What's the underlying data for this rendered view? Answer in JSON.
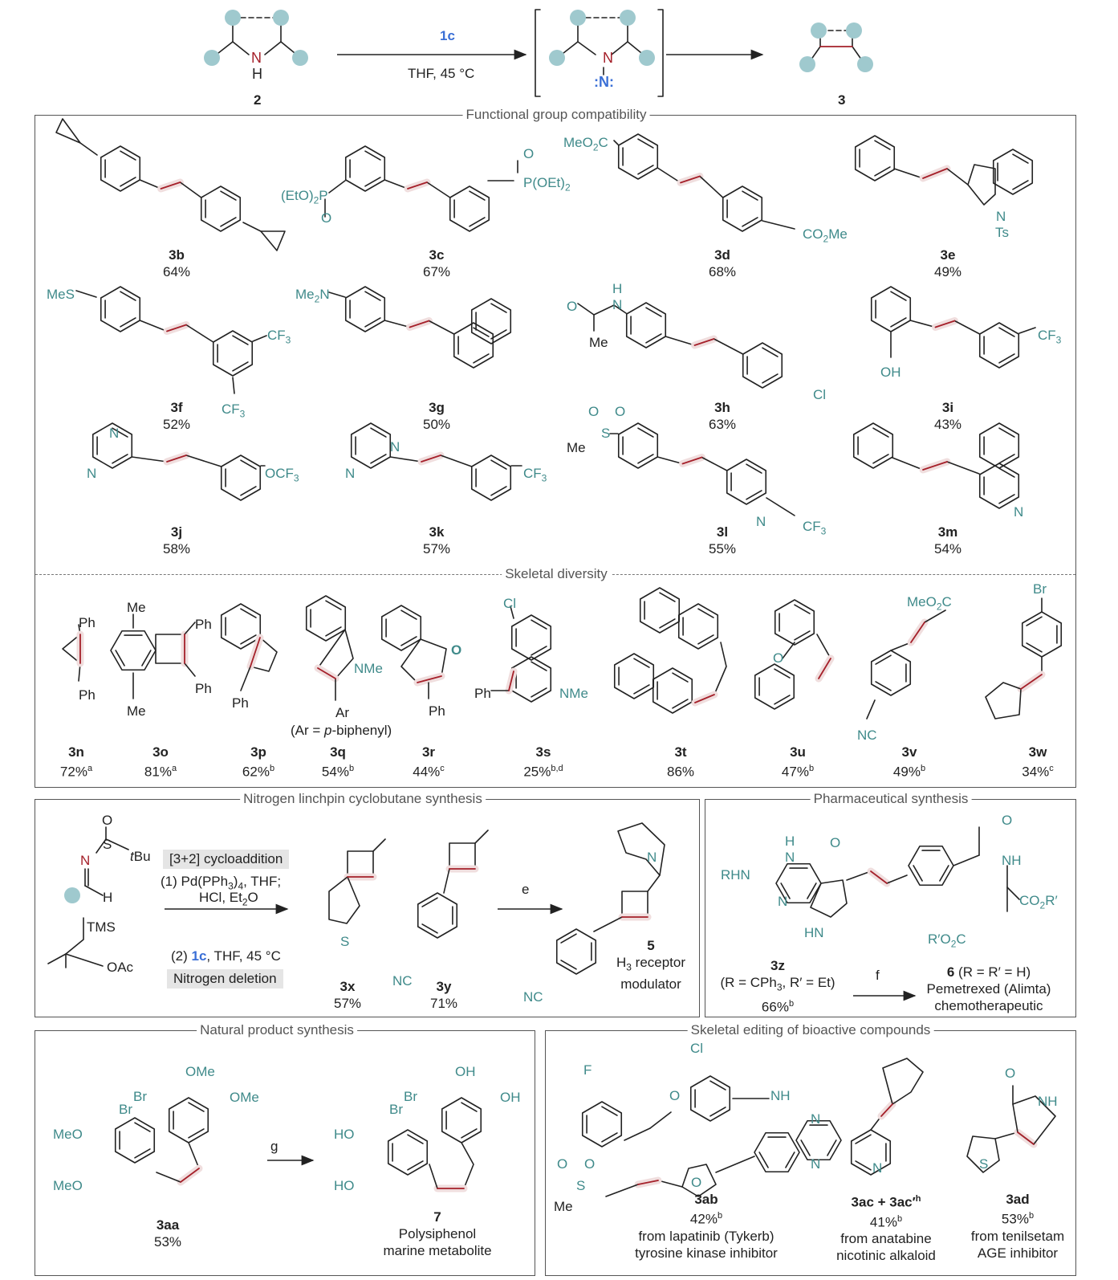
{
  "scheme": {
    "reagent": "1c",
    "conditions": "THF, 45 °C",
    "start_label": "2",
    "product_label": "3",
    "nitrogen": "N",
    "hydrogen": "H",
    "isodiazene_n": ":N:"
  },
  "sections": {
    "fg": "Functional group compatibility",
    "skeletal": "Skeletal diversity",
    "linchpin": "Nitrogen linchpin cyclobutane synthesis",
    "pharma": "Pharmaceutical synthesis",
    "natural": "Natural product synthesis",
    "editing": "Skeletal editing of bioactive compounds"
  },
  "fg_compounds": [
    {
      "id": "3b",
      "yield": "64%"
    },
    {
      "id": "3c",
      "yield": "67%"
    },
    {
      "id": "3d",
      "yield": "68%"
    },
    {
      "id": "3e",
      "yield": "49%"
    },
    {
      "id": "3f",
      "yield": "52%"
    },
    {
      "id": "3g",
      "yield": "50%"
    },
    {
      "id": "3h",
      "yield": "63%"
    },
    {
      "id": "3i",
      "yield": "43%"
    },
    {
      "id": "3j",
      "yield": "58%"
    },
    {
      "id": "3k",
      "yield": "57%"
    },
    {
      "id": "3l",
      "yield": "55%"
    },
    {
      "id": "3m",
      "yield": "54%"
    }
  ],
  "fg_labels": {
    "eto2p": "(EtO)2P",
    "poet2": "P(OEt)2",
    "o": "O",
    "meo2c": "MeO2C",
    "co2me": "CO2Me",
    "n": "N",
    "ts": "Ts",
    "mes": "MeS",
    "cf3": "CF3",
    "me2n": "Me2N",
    "h": "H",
    "me": "Me",
    "cl": "Cl",
    "oh": "OH",
    "ocf3": "OCF3"
  },
  "skeletal_compounds": [
    {
      "id": "3n",
      "yield": "72%",
      "note": "a"
    },
    {
      "id": "3o",
      "yield": "81%",
      "note": "a"
    },
    {
      "id": "3p",
      "yield": "62%",
      "note": "b"
    },
    {
      "id": "3q",
      "yield": "54%",
      "note": "b"
    },
    {
      "id": "3r",
      "yield": "44%",
      "note": "c"
    },
    {
      "id": "3s",
      "yield": "25%",
      "note": "b,d"
    },
    {
      "id": "3t",
      "yield": "86%",
      "note": ""
    },
    {
      "id": "3u",
      "yield": "47%",
      "note": "b"
    },
    {
      "id": "3v",
      "yield": "49%",
      "note": "b"
    },
    {
      "id": "3w",
      "yield": "34%",
      "note": "c"
    }
  ],
  "skeletal_labels": {
    "ph": "Ph",
    "me": "Me",
    "nme": "NMe",
    "ar": "Ar",
    "ar_def": "(Ar = p-biphenyl)",
    "o": "O",
    "cl": "Cl",
    "meo2c": "MeO2C",
    "nc": "NC",
    "br": "Br"
  },
  "linchpin": {
    "chip1": "[3+2] cycloaddition",
    "step1": "(1) Pd(PPh3)4, THF;",
    "step1b": "HCl, Et2O",
    "step2_pre": "(2) ",
    "step2_reagent": "1c",
    "step2_post": ", THF, 45 °C",
    "chip2": "Nitrogen deletion",
    "tbu": "tBu",
    "s": "S",
    "o": "O",
    "n": "N",
    "h": "H",
    "tms": "TMS",
    "oac": "OAc",
    "thio_s": "S",
    "nc": "NC",
    "reagent_e": "e",
    "p1": {
      "id": "3x",
      "yield": "57%"
    },
    "p2": {
      "id": "3y",
      "yield": "71%"
    },
    "p3": {
      "id": "5",
      "desc1": "H3 receptor",
      "desc2": "modulator"
    }
  },
  "pharma": {
    "rhn": "RHN",
    "h": "H",
    "n": "N",
    "o": "O",
    "hn": "HN",
    "nh": "NH",
    "co2r": "CO2R′",
    "r_o2c": "R′O2C",
    "sm_id": "3z",
    "sm_def": "(R = CPh3, R′ = Et)",
    "sm_yield": "66%",
    "sm_note": "b",
    "reagent_f": "f",
    "prod_id": "6",
    "prod_def": "(R = R′ = H)",
    "prod_name": "Pemetrexed (Alimta)",
    "prod_desc": "chemotherapeutic"
  },
  "natural": {
    "ome": "OMe",
    "br": "Br",
    "meo": "MeO",
    "ho": "HO",
    "oh": "OH",
    "sm_id": "3aa",
    "sm_yield": "53%",
    "reagent_g": "g",
    "prod_id": "7",
    "prod_name": "Polysiphenol",
    "prod_desc": "marine metabolite"
  },
  "editing": {
    "f": "F",
    "cl": "Cl",
    "o": "O",
    "nh": "NH",
    "n": "N",
    "s": "S",
    "me": "Me",
    "c1": {
      "id": "3ab",
      "yield": "42%",
      "note": "b",
      "src": "from lapatinib (Tykerb)",
      "desc": "tyrosine kinase inhibitor"
    },
    "c2": {
      "id": "3ac + 3ac′",
      "note_id": "h",
      "yield": "41%",
      "note": "b",
      "src": "from anatabine",
      "desc": "nicotinic alkaloid"
    },
    "c3": {
      "id": "3ad",
      "yield": "53%",
      "note": "b",
      "src": "from tenilsetam",
      "desc": "AGE inhibitor"
    }
  },
  "colors": {
    "hetero": "#3f8a8a",
    "new_bond": "#a5202a",
    "reagent": "#3a6fd6",
    "highlight": "#f0dede",
    "dot": "#9fc9ce"
  }
}
